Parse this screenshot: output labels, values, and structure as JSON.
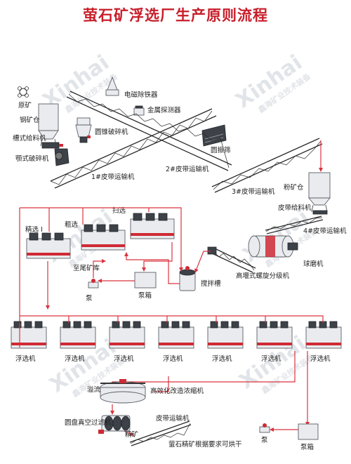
{
  "title": "萤石矿浮选厂生产原则流程",
  "watermark": {
    "brand": "Xinhai",
    "slogan": "鑫海矿业技术装备"
  },
  "colors": {
    "title": "#c81e2a",
    "flow_line": "#d9343f",
    "label": "#222222"
  },
  "stage1": {
    "raw_ore": "原矿",
    "bin": "钢矿仓",
    "feeder": "槽式给料机",
    "jaw_crusher": "颚式破碎机",
    "magnetic_separator": "电磁除铁器",
    "metal_detector": "金属探测器",
    "cone_crusher": "圆锥破碎机",
    "screen": "圆振筛",
    "belt1": "1#皮带运输机",
    "belt2": "2#皮带运输机",
    "belt3": "3#皮带运输机"
  },
  "stage2": {
    "powder_bin": "粉矿仓",
    "belt_feeder": "皮带给料机",
    "belt4": "4#皮带运输机",
    "ball_mill": "球磨机",
    "classifier": "高堰式螺旋分级机",
    "agitator": "搅拌槽",
    "rougher": "粗选",
    "cleaner1": "精选 I",
    "scavenger": "扫选",
    "to_tailings": "至尾矿库",
    "pump1": "泵",
    "pump_box1": "泵箱"
  },
  "stage3": {
    "flotation_labels": [
      "浮选机",
      "浮选机",
      "浮选机",
      "浮选机",
      "浮选机",
      "浮选机",
      "浮选机"
    ],
    "overflow": "溢流",
    "thickener": "高效化改造浓缩机",
    "vacuum_filter": "圆盘真空过滤机",
    "belt_conveyor": "皮带运输机",
    "concentrate": "精矿",
    "final_product": "萤石精矿根据要求可烘干",
    "pump2": "泵",
    "pump_box2": "泵箱"
  }
}
